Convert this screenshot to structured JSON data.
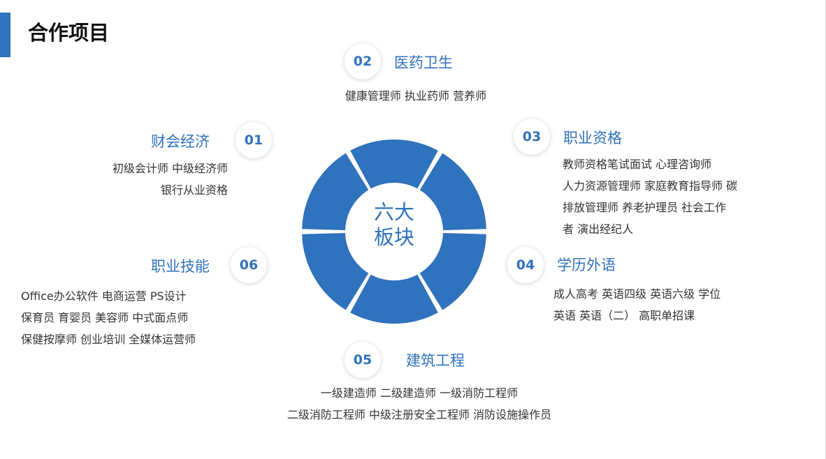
{
  "header": {
    "title": "合作项目"
  },
  "wheel": {
    "line1": "六大",
    "line2": "板块",
    "color": "#2f72bd"
  },
  "sections": {
    "s01": {
      "number": "01",
      "title": "财会经济",
      "lines": [
        "初级会计师  中级经济师",
        "银行从业资格"
      ]
    },
    "s02": {
      "number": "02",
      "title": "医药卫生",
      "lines": [
        "健康管理师  执业药师  营养师"
      ]
    },
    "s03": {
      "number": "03",
      "title": "职业资格",
      "lines": [
        "教师资格笔试面试  心理咨询师",
        "人力资源管理师  家庭教育指导师 碳",
        "排放管理师  养老护理员  社会工作",
        "者 演出经纪人"
      ]
    },
    "s04": {
      "number": "04",
      "title": "学历外语",
      "lines": [
        "成人高考  英语四级  英语六级  学位",
        "英语  英语（二）  高职单招课"
      ]
    },
    "s05": {
      "number": "05",
      "title": "建筑工程",
      "lines": [
        "一级建造师   二级建造师   一级消防工程师",
        "二级消防工程师   中级注册安全工程师      消防设施操作员"
      ]
    },
    "s06": {
      "number": "06",
      "title": "职业技能",
      "lines": [
        "Office办公软件  电商运营  PS设计",
        "保育员  育婴员  美容师  中式面点师",
        "保健按摩师  创业培训  全媒体运营师"
      ]
    }
  }
}
